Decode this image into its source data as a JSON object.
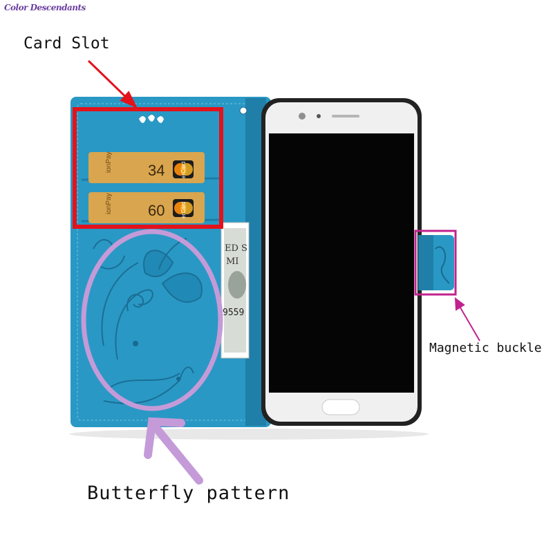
{
  "watermark": "Color Descendants",
  "callouts": {
    "card_slot": "Card Slot",
    "magnetic_buckle": "Magnetic buckle",
    "butterfly_pattern": "Butterfly pattern"
  },
  "cards": [
    {
      "brand_text": "ionPay",
      "digits": "34",
      "logo_text": "erCard"
    },
    {
      "brand_text": "ionPay",
      "digits": "60",
      "logo_text": "erCard"
    }
  ],
  "banknote": {
    "text_top": "ED S",
    "text_mid": "MI",
    "serial": "9559"
  },
  "colors": {
    "case_blue": "#2a98c4",
    "case_dark": "#1f7fa8",
    "card_slot_box": "#e3121b",
    "magnetic_box": "#c0228e",
    "butterfly_ring": "#c49bd8",
    "arrow_red": "#e3121b",
    "arrow_purple": "#c49bd8",
    "phone_frame": "#222222",
    "phone_body": "#f0f0f0",
    "phone_screen": "#050505"
  }
}
